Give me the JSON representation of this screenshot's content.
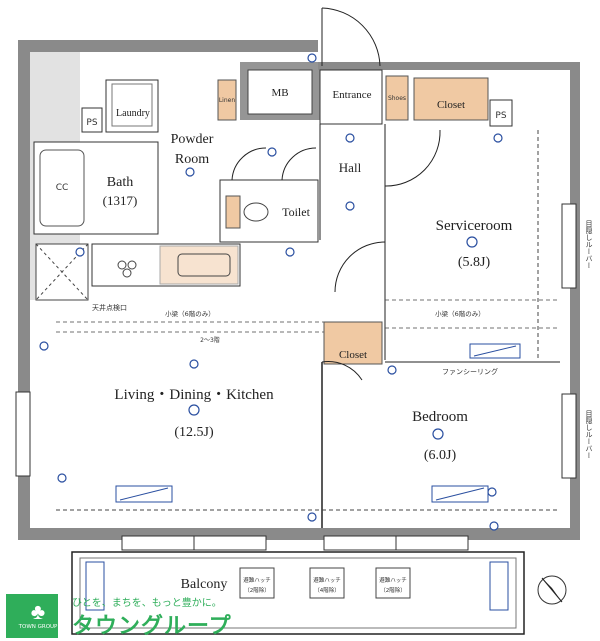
{
  "rooms": {
    "laundry": "Laundry",
    "powder_room": "Powder\nRoom",
    "powder_room_l1": "Powder",
    "powder_room_l2": "Room",
    "mb": "MB",
    "entrance": "Entrance",
    "closet_top": "Closet",
    "ps_left": "PS",
    "ps_right": "PS",
    "bath_l1": "Bath",
    "bath_l2": "(1317)",
    "hall": "Hall",
    "toilet": "Toilet",
    "linen": "Linen",
    "shoes": "Shoes",
    "serviceroom": "Serviceroom",
    "serviceroom_size": "(5.8J)",
    "closet_mid": "Closet",
    "ldk": "Living・Dining・Kitchen",
    "ldk_size": "(12.5J)",
    "bedroom": "Bedroom",
    "bedroom_size": "(6.0J)",
    "balcony": "Balcony",
    "cc": "CC"
  },
  "notes": {
    "ceiling_hatch": "天井点検口",
    "kobari_left": "小梁（6階のみ）",
    "kobari_right": "小梁（6階のみ）",
    "floor_note": "2～3階",
    "fan": "ファンシーリング",
    "louver_top": "目隠しルーバー",
    "louver_bottom": "目隠しルーバー",
    "hatch1_l1": "避難ハッチ",
    "hatch1_l2": "（2階除）",
    "hatch2_l1": "避難ハッチ",
    "hatch2_l2": "（4階除）",
    "hatch3_l1": "避難ハッチ",
    "hatch3_l2": "（2階除）"
  },
  "logo": {
    "tagline": "ひとを、まちを、もっと豊かに。",
    "name": "タウングループ",
    "sub": "TOWN GROUP"
  },
  "colors": {
    "wall": "#8a8a8a",
    "closet": "#f0c9a3",
    "electric": "#2a4fa0",
    "brand": "#2fae5a"
  }
}
